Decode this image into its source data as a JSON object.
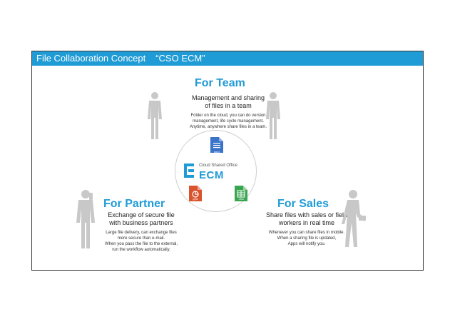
{
  "header": {
    "title": "File Collaboration Concept",
    "subtitle": "“CSO ECM”"
  },
  "colors": {
    "accent": "#1f9bd6",
    "figure": "#c8c8c8",
    "docx": "#3b73c9",
    "pptx": "#d9532c",
    "xlsx": "#3aa551"
  },
  "team": {
    "heading": "For Team",
    "subtitle": [
      "Management and sharing",
      "of files in a team"
    ],
    "description": [
      "Folder on the cloud, you can do version",
      "management, life cycle management.",
      "Anytime, anywhere share files in a team."
    ]
  },
  "partner": {
    "heading": "For Partner",
    "subtitle": [
      "Exchange of secure file",
      "with business partners"
    ],
    "description": [
      "Large file delivery, can exchange files",
      "more secure than e-mail.",
      "When you pass the file to the external,",
      "run the workflow automatically."
    ]
  },
  "sales": {
    "heading": "For Sales",
    "subtitle": [
      "Share files with sales or field",
      "workers in real time"
    ],
    "description": [
      "Whenever you can share files in mobile.",
      "When a sharing file is updated,",
      "Apps will notify you."
    ]
  },
  "center": {
    "product_name": "Cloud Shared Office",
    "logo_text": "ECM",
    "files": [
      {
        "label": "docx",
        "icon": "docx-file-icon"
      },
      {
        "label": "pptx",
        "icon": "pptx-file-icon"
      },
      {
        "label": ".xlsx",
        "icon": "xlsx-file-icon"
      }
    ]
  }
}
